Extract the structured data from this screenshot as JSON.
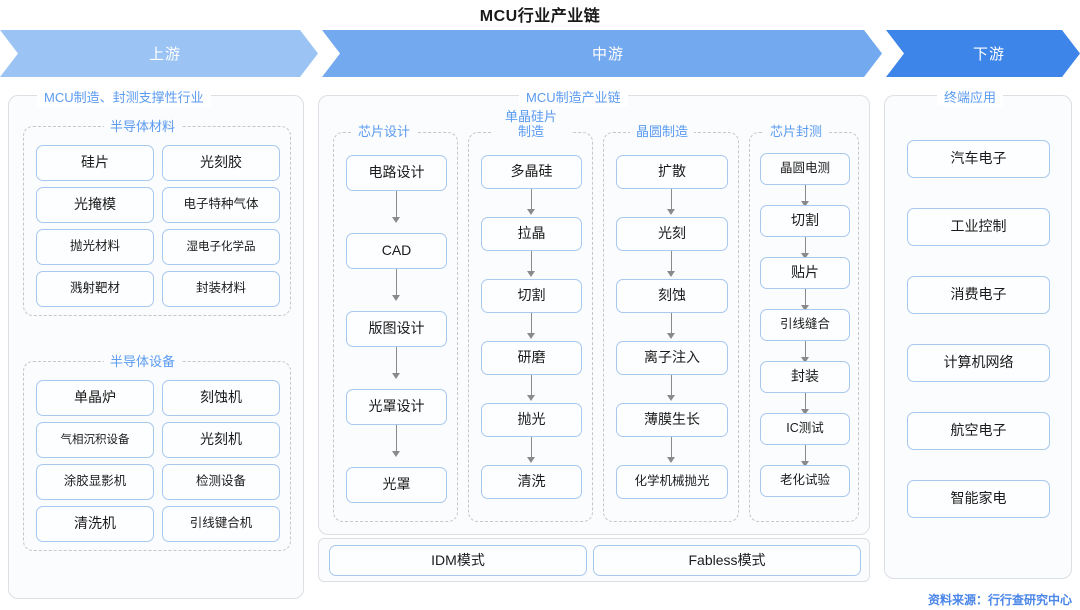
{
  "title": "MCU行业产业链",
  "banner": {
    "segments": [
      {
        "label": "上游",
        "color": "#9bc4f5"
      },
      {
        "label": "中游",
        "color": "#73a9ef"
      },
      {
        "label": "下游",
        "color": "#3d85e8"
      }
    ]
  },
  "source": "资料来源：行行查研究中心",
  "panels": {
    "upstream": {
      "title": "MCU制造、封测支撑性行业"
    },
    "midstream": {
      "title": "MCU制造产业链"
    },
    "downstream": {
      "title": "终端应用"
    }
  },
  "upstream": {
    "materials": {
      "title": "半导体材料",
      "items": [
        "硅片",
        "光刻胶",
        "光掩模",
        "电子特种气体",
        "抛光材料",
        "湿电子化学品",
        "溅射靶材",
        "封装材料"
      ]
    },
    "equipment": {
      "title": "半导体设备",
      "items": [
        "单晶炉",
        "刻蚀机",
        "气相沉积设备",
        "光刻机",
        "涂胶显影机",
        "检测设备",
        "清洗机",
        "引线键合机"
      ]
    }
  },
  "midstream": {
    "columns": [
      {
        "title": "芯片设计",
        "items": [
          "电路设计",
          "CAD",
          "版图设计",
          "光罩设计",
          "光罩"
        ]
      },
      {
        "title": "单晶硅片\n制造",
        "title_line1": "单晶硅片",
        "title_line2": "制造",
        "items": [
          "多晶硅",
          "拉晶",
          "切割",
          "研磨",
          "抛光",
          "清洗"
        ]
      },
      {
        "title": "晶圆制造",
        "items": [
          "扩散",
          "光刻",
          "刻蚀",
          "离子注入",
          "薄膜生长",
          "化学机械抛光"
        ]
      },
      {
        "title": "芯片封测",
        "items": [
          "晶圆电测",
          "切割",
          "贴片",
          "引线缝合",
          "封装",
          "IC测试",
          "老化试验"
        ]
      }
    ],
    "models": [
      "IDM模式",
      "Fabless模式"
    ]
  },
  "downstream": {
    "items": [
      "汽车电子",
      "工业控制",
      "消费电子",
      "计算机网络",
      "航空电子",
      "智能家电"
    ]
  },
  "colors": {
    "accent": "#5b9bf0",
    "node_border": "#a8c8ee",
    "panel_border": "#dcdfe3",
    "dashed_border": "#c3c7cc",
    "arrow": "#8a8a8a"
  }
}
